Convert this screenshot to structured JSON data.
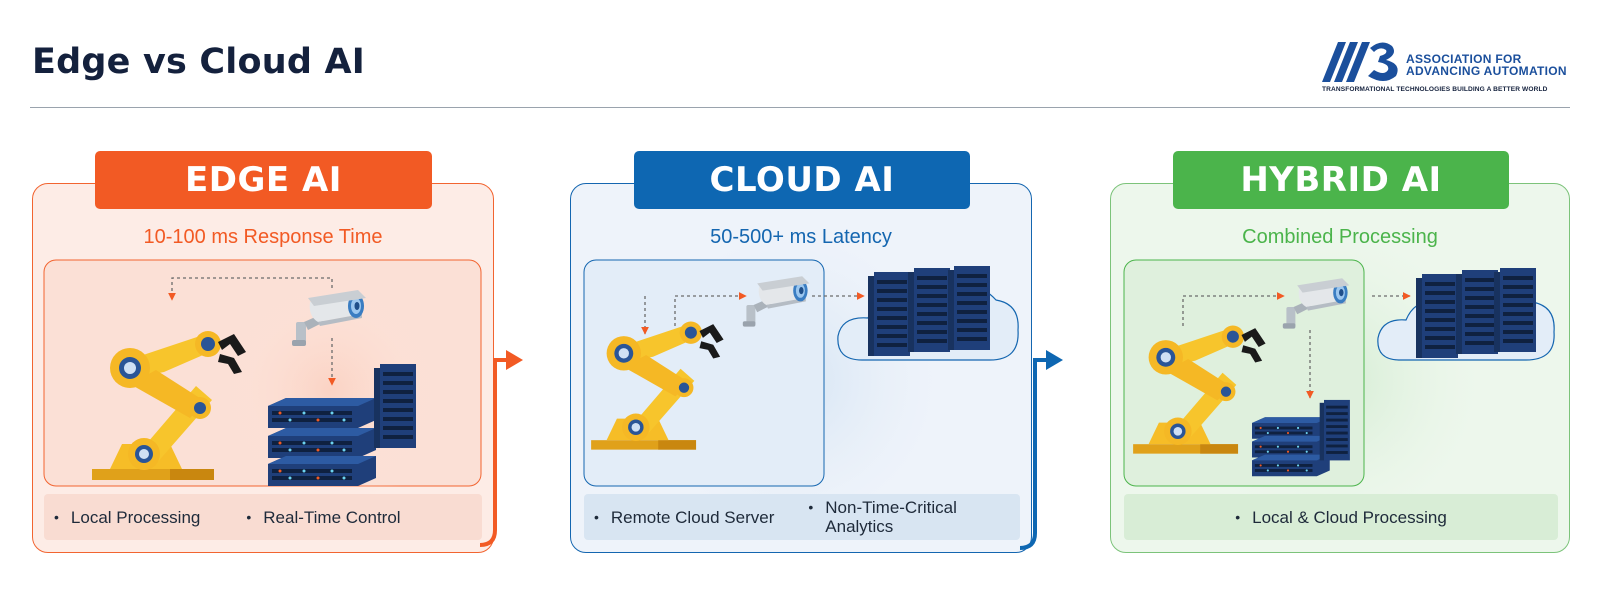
{
  "header": {
    "title": "Edge vs Cloud AI",
    "logo": {
      "mark": "A3",
      "line1": "ASSOCIATION FOR",
      "line2": "ADVANCING AUTOMATION",
      "tagline": "TRANSFORMATIONAL TECHNOLOGIES BUILDING A BETTER WORLD"
    }
  },
  "panels": [
    {
      "title": "EDGE AI",
      "subtitle": "10-100 ms Response Time",
      "features": [
        "Local Processing",
        "Real-Time Control"
      ]
    },
    {
      "title": "CLOUD AI",
      "subtitle": "50-500+ ms Latency",
      "features": [
        "Remote Cloud Server",
        "Non-Time-Critical",
        "Analytics"
      ]
    },
    {
      "title": "HYBRID AI",
      "subtitle": "Combined Processing",
      "features": [
        "Local & Cloud Processing"
      ]
    }
  ],
  "colors": {
    "edge": "#f25a24",
    "cloud": "#0e67b2",
    "hybrid": "#4bb44b",
    "title": "#14213d",
    "server": "#1f3f7a"
  },
  "icons": [
    "robot-arm-icon",
    "security-camera-icon",
    "server-rack-icon",
    "cloud-icon",
    "flow-arrow-icon"
  ]
}
